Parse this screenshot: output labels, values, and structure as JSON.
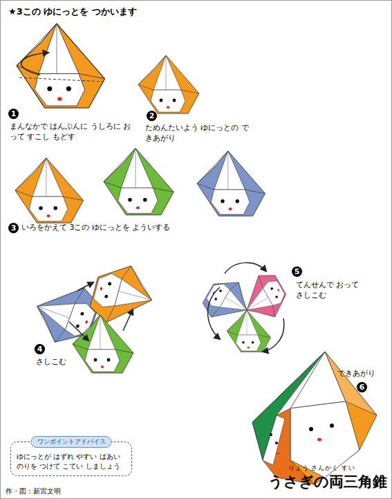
{
  "diagram": {
    "title": "うさぎの両三角錐",
    "nodes": [
      {
        "text": [
          "ワンポイントアドバイス",
          "ゆにっとが はずれ やすい ばあい のりを つけて こてい しましょう"
        ]
      }
    ],
    "labels": [
      "★3この ゆにっとを つかいます",
      "1",
      "まんなかで はんぶんに うしろに おって すこし もどす",
      "2",
      "ためんたいよう ゆにっとの できあがり",
      "3",
      "いろをかえて 3この ゆにっとを よういする",
      "4",
      "さしこむ",
      "5",
      "てんせんで おって さしこむ",
      "6",
      "できあがり",
      "りょう さんかく すい",
      "作・図：新宮文明"
    ]
  }
}
